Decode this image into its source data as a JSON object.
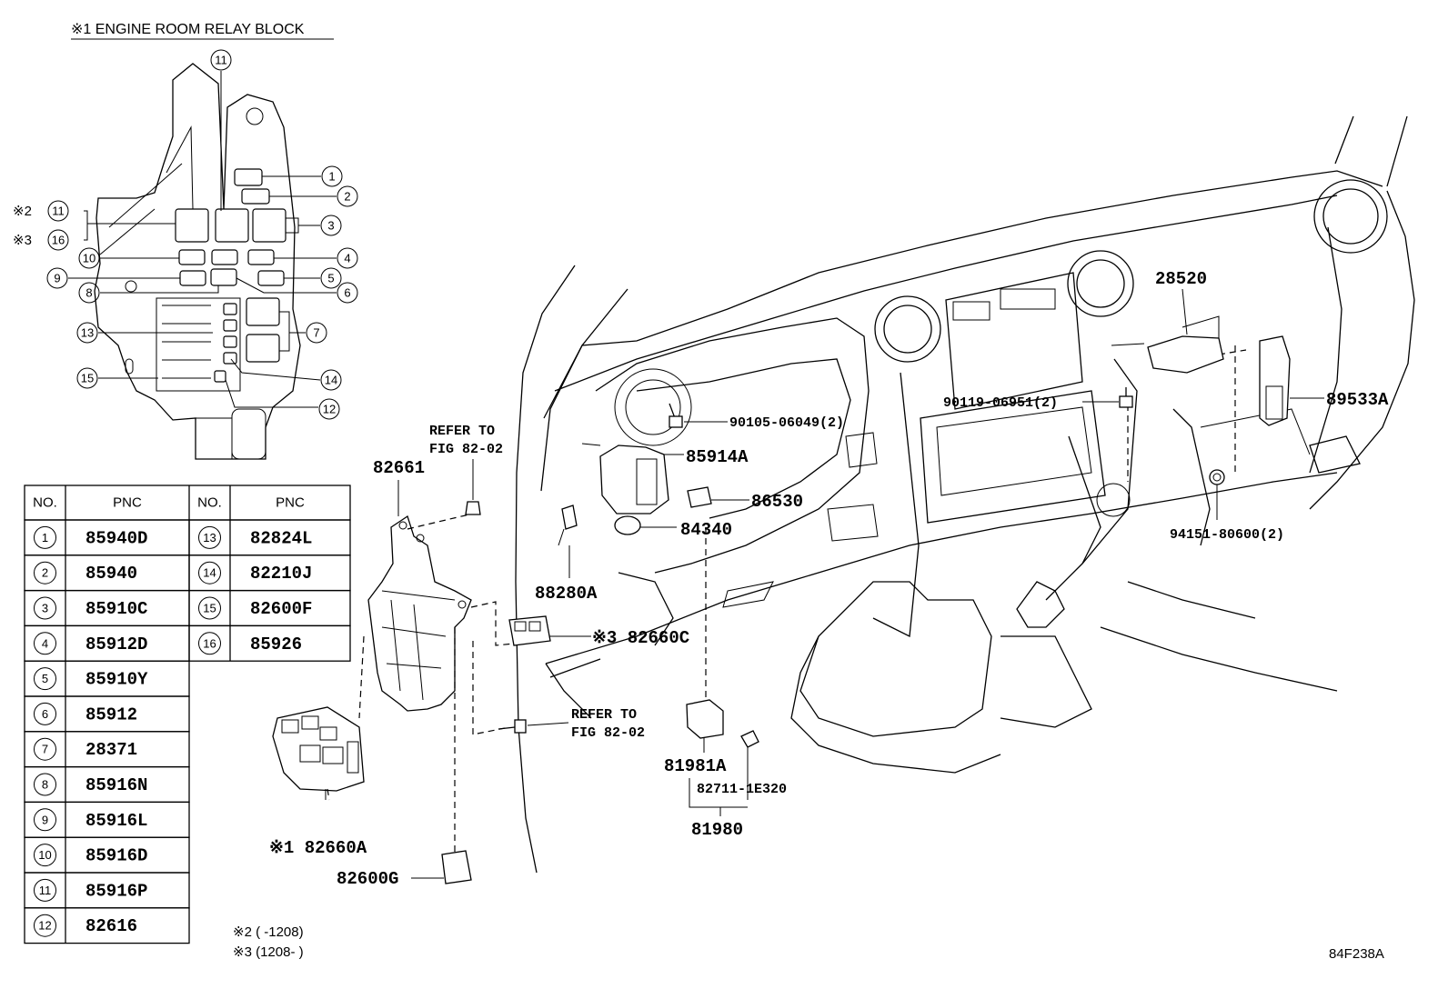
{
  "relay_block": {
    "title": "※1 ENGINE ROOM RELAY BLOCK",
    "callouts": [
      "1",
      "2",
      "3",
      "4",
      "5",
      "6",
      "7",
      "8",
      "9",
      "10",
      "11",
      "12",
      "13",
      "14",
      "15",
      "16"
    ],
    "note_2": "※2",
    "note_3": "※3"
  },
  "table": {
    "headers": [
      "NO.",
      "PNC",
      "NO.",
      "PNC"
    ],
    "left_rows": [
      {
        "no": "1",
        "pnc": "85940D"
      },
      {
        "no": "2",
        "pnc": "85940"
      },
      {
        "no": "3",
        "pnc": "85910C"
      },
      {
        "no": "4",
        "pnc": "85912D"
      },
      {
        "no": "5",
        "pnc": "85910Y"
      },
      {
        "no": "6",
        "pnc": "85912"
      },
      {
        "no": "7",
        "pnc": "28371"
      },
      {
        "no": "8",
        "pnc": "85916N"
      },
      {
        "no": "9",
        "pnc": "85916L"
      },
      {
        "no": "10",
        "pnc": "85916D"
      },
      {
        "no": "11",
        "pnc": "85916P"
      },
      {
        "no": "12",
        "pnc": "82616"
      }
    ],
    "right_rows": [
      {
        "no": "13",
        "pnc": "82824L"
      },
      {
        "no": "14",
        "pnc": "82210J"
      },
      {
        "no": "15",
        "pnc": "82600F"
      },
      {
        "no": "16",
        "pnc": "85926"
      }
    ]
  },
  "footnotes": {
    "note2": "※2 (       -1208)",
    "note3": "※3 (1208-       )"
  },
  "labels": {
    "refer_to_1": "REFER TO",
    "fig_1": "FIG 82-02",
    "refer_to_2": "REFER TO",
    "fig_2": "FIG 82-02",
    "p82661": "82661",
    "p82660A": "※1 82660A",
    "p82600G": "82600G",
    "p82660C": "※3 82660C",
    "p88280A": "88280A",
    "p85914A": "85914A",
    "p90105": "90105-06049(2)",
    "p86530": "86530",
    "p84340": "84340",
    "p81981A": "81981A",
    "p82711": "82711-1E320",
    "p81980": "81980",
    "p28520": "28520",
    "p90119": "90119-06951(2)",
    "p89533A": "89533A",
    "p94151": "94151-80600(2)"
  },
  "diagram_id": "84F238A"
}
